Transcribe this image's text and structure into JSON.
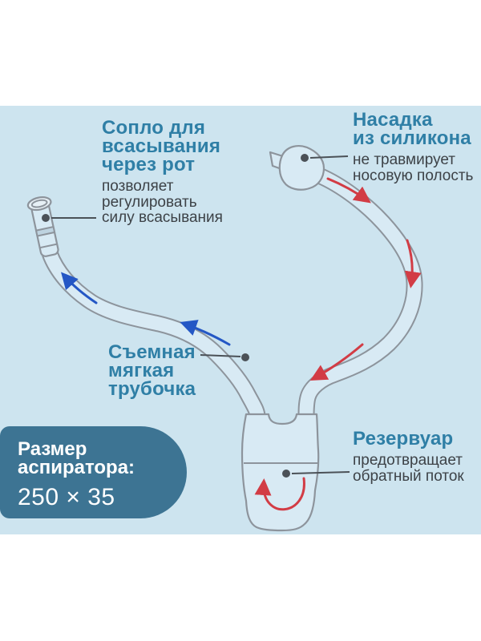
{
  "colors": {
    "panel_bg": "#cde4ef",
    "accent": "#2f7fa6",
    "body_text": "#3d4247",
    "badge_bg": "#3d7493",
    "badge_text": "#ffffff",
    "outline": "#8d949c",
    "leader": "#4b5157",
    "arrow_red": "#d23c45",
    "arrow_blue": "#2457c5",
    "device_fill": "#d8eaf4",
    "band_fill": "#bed3e0",
    "lip_fill": "#e7f0f6"
  },
  "labels": {
    "nozzle": {
      "heading": "Сопло для\nвсасывания\nчерез рот",
      "body": "позволяет\nрегулировать\nсилу всасывания"
    },
    "tip": {
      "heading": "Насадка\nиз силикона",
      "body": "не травмирует\nносовую полость"
    },
    "tube": {
      "heading": "Съемная\nмягкая\nтрубочка"
    },
    "reservoir": {
      "heading": "Резервуар",
      "body": "предотвращает\nобратный поток"
    }
  },
  "badge": {
    "title": "Размер\nаспиратора:",
    "value": "250 × 35"
  }
}
